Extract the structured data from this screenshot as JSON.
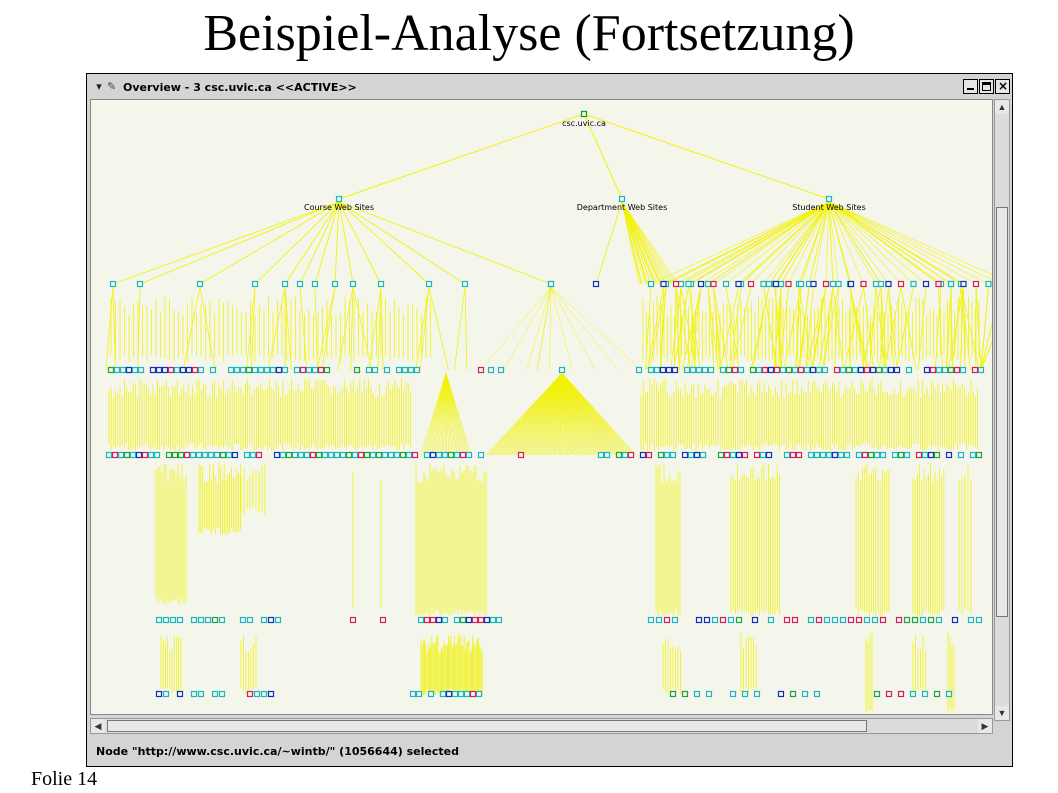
{
  "slide": {
    "title": "Beispiel-Analyse (Fortsetzung)",
    "footer": "Folie 14"
  },
  "window": {
    "title": "Overview - 3 csc.uvic.ca <<ACTIVE>>",
    "buttons": {
      "minimize_icon": "minimize-icon",
      "maximize_icon": "maximize-icon",
      "close_icon": "close-icon",
      "close_glyph": "×"
    },
    "menu_icon": "▾",
    "pin_icon": "✎"
  },
  "tree": {
    "root": "csc.uvic.ca",
    "branches": [
      "Course Web Sites",
      "Department Web Sites",
      "Student Web Sites"
    ],
    "colors": {
      "edge": "#f2f20a",
      "node_border": "#1db6c0",
      "root_border": "#10a010",
      "node_accents": [
        "#1030c0",
        "#d02060",
        "#20a040"
      ]
    }
  },
  "status": {
    "text": "Node \"http://www.csc.uvic.ca/~wintb/\" (1056644) selected"
  },
  "scrollbars": {
    "up": "▲",
    "down": "▼",
    "left": "◀",
    "right": "▶"
  }
}
